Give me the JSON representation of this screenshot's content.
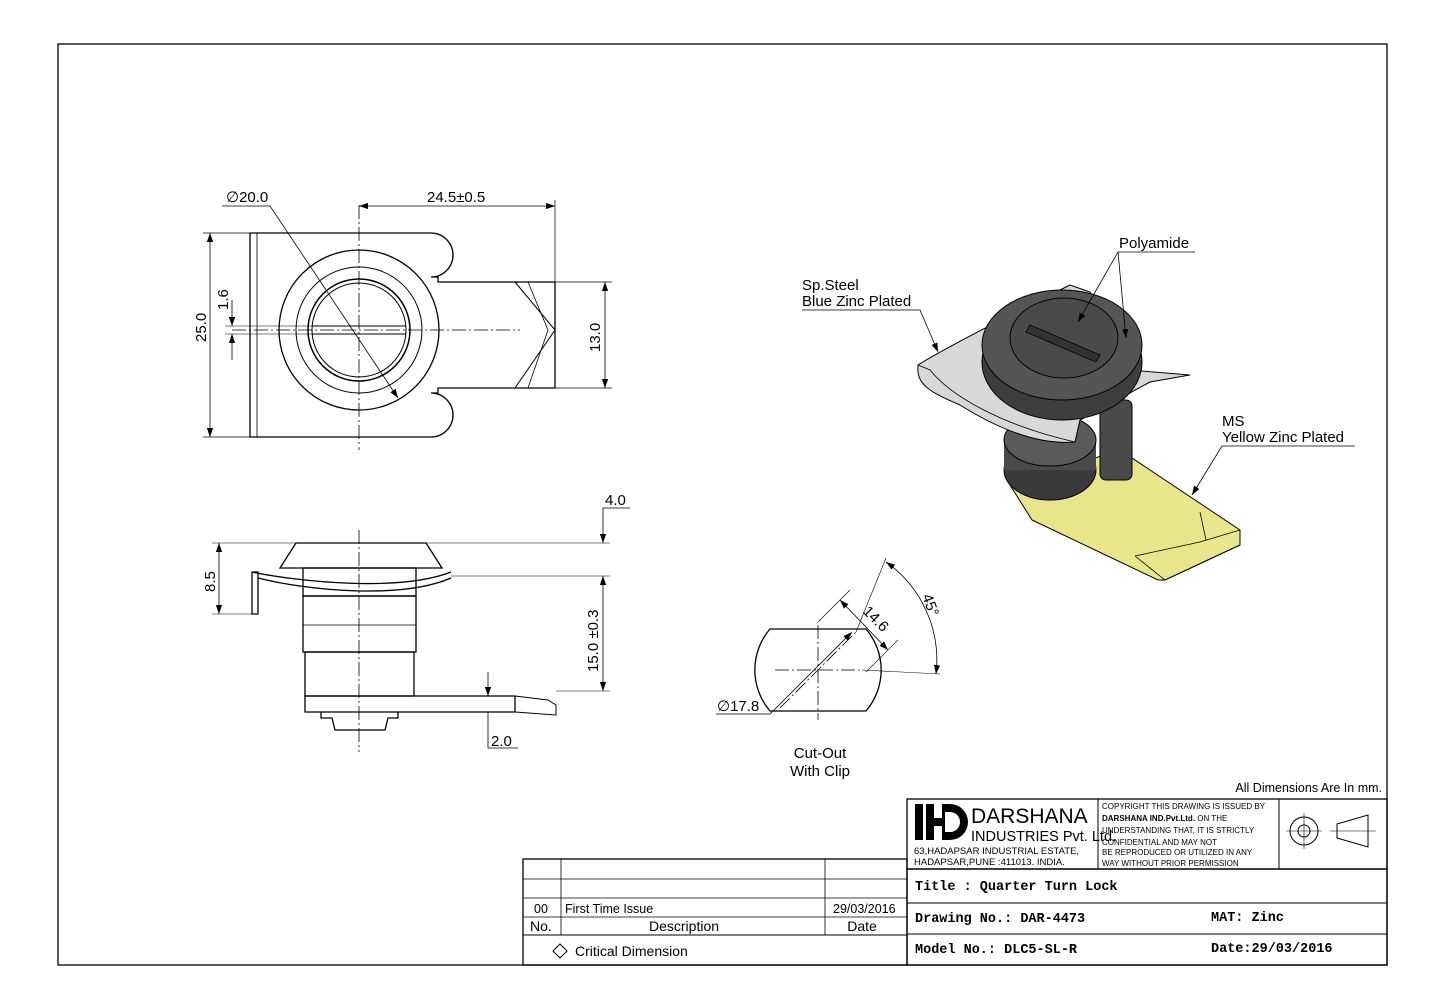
{
  "colors": {
    "line": "#000000",
    "background": "#ffffff",
    "polyamide": "#4a4a4a",
    "steel": "#d8d8d8",
    "ms_yellow": "#e8e58a"
  },
  "views": {
    "front": {
      "dia": "∅20.0",
      "width": "24.5±0.5",
      "height": "25.0",
      "slot": "1.6",
      "cam_width": "13.0"
    },
    "side": {
      "top": "4.0",
      "clip": "8.5",
      "body": "15.0 ±0.3",
      "cam": "2.0"
    },
    "cutout": {
      "dia": "∅17.8",
      "flat": "14.6",
      "angle": "45°",
      "caption_line1": "Cut-Out",
      "caption_line2": "With Clip"
    },
    "iso": {
      "polyamide": "Polyamide",
      "steel_line1": "Sp.Steel",
      "steel_line2": "Blue Zinc Plated",
      "ms_line1": "MS",
      "ms_line2": "Yellow Zinc Plated"
    }
  },
  "note": "All Dimensions Are In mm.",
  "company": {
    "name": "DARSHANA",
    "sub": "INDUSTRIES Pvt. Ltd.",
    "addr1": "63,HADAPSAR INDUSTRIAL ESTATE,",
    "addr2": "HADAPSAR,PUNE :411013. INDIA."
  },
  "copyright": {
    "l1": "COPYRIGHT THIS DRAWING IS ISSUED BY",
    "l2a": "DARSHANA IND.Pvt.Ltd.",
    "l2b": " ON THE",
    "l3": "UNDERSTANDING THAT, IT IS STRICTLY",
    "l4": "CONFIDENTIAL AND MAY NOT",
    "l5": "BE REPRODUCED OR UTILIZED IN ANY",
    "l6": "WAY WITHOUT PRIOR PERMISSION"
  },
  "revisions": {
    "headers": {
      "no": "No.",
      "description": "Description",
      "date": "Date"
    },
    "rows": [
      {
        "no": "00",
        "description": "First Time Issue",
        "date": "29/03/2016"
      }
    ],
    "critical": "Critical Dimension"
  },
  "title_block": {
    "title": "Title : Quarter Turn Lock",
    "drawing_no": "Drawing No.: DAR-4473",
    "material": "MAT: Zinc",
    "model_no": "Model No.: DLC5-SL-R",
    "date": "Date:29/03/2016"
  }
}
